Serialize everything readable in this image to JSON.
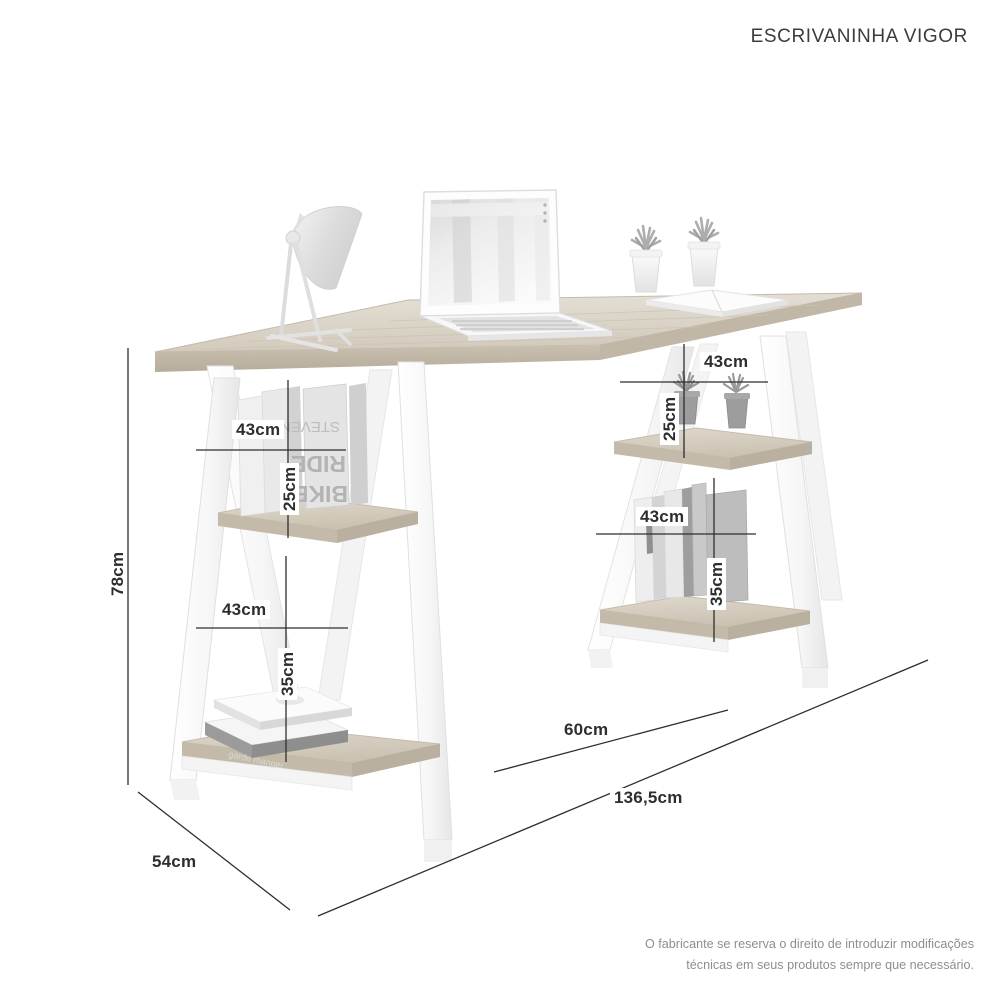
{
  "page": {
    "title": "ESCRIVANINHA VIGOR",
    "disclaimer": "O fabricante se reserva o direito de introduzir modificações\ntécnicas em seus produtos sempre que necessário.",
    "background_color": "#ffffff",
    "line_color": "#2e2e2e",
    "text_color": "#3a3a3a",
    "muted_text_color": "#8e8e8e"
  },
  "product": {
    "name": "Escrivaninha Vigor",
    "type": "desk",
    "desktop_material": "light wood",
    "frame_material": "white painted A-frame trestle legs",
    "shelves_per_side": 2
  },
  "dimensions": {
    "overall_height": "78cm",
    "overall_width": "136,5cm",
    "overall_depth": "54cm",
    "trestle_width": "60cm",
    "left_upper_shelf_width": "43cm",
    "left_upper_shelf_height": "25cm",
    "left_lower_shelf_width": "43cm",
    "left_lower_shelf_height": "35cm",
    "right_upper_shelf_width": "43cm",
    "right_upper_shelf_height": "25cm",
    "right_lower_shelf_width": "43cm",
    "right_lower_shelf_height": "35cm"
  },
  "labels": {
    "height_78": "78cm",
    "width_1365": "136,5cm",
    "depth_54": "54cm",
    "trestle_60": "60cm",
    "left_upper_w": "43cm",
    "left_upper_h": "25cm",
    "left_lower_w": "43cm",
    "left_lower_h": "35cm",
    "right_upper_w": "43cm",
    "right_upper_h": "25cm",
    "right_lower_w": "43cm",
    "right_lower_h": "35cm"
  },
  "scene_objects": {
    "desk_lamp": "desk-lamp",
    "laptop": "laptop",
    "succulents_on_desk": "succulent-pots",
    "open_book_on_desk": "open-book",
    "left_upper_books": "standing-books",
    "left_lower_books": "stacked-books",
    "right_upper_plants": "succulent-pots",
    "right_lower_books": "standing-books"
  }
}
